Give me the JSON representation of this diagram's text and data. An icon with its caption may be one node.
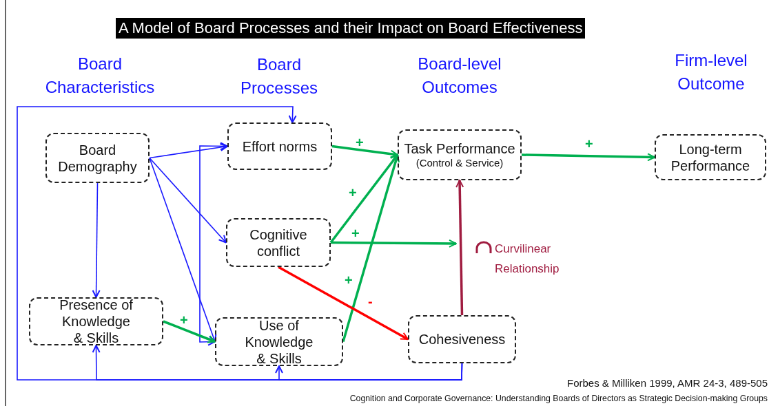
{
  "diagram": {
    "title": "A Model of Board Processes and their Impact on Board Effectiveness",
    "nodes": [
      {
        "text": [
          "Board Demography"
        ]
      },
      {
        "text": [
          "Presence of Knowledge & Skills"
        ]
      },
      {
        "text": [
          "Effort norms"
        ]
      },
      {
        "text": [
          "Cognitive conflict"
        ]
      },
      {
        "text": [
          "Use of Knowledge & Skills"
        ]
      },
      {
        "text": [
          "Task Performance",
          "(Control & Service)"
        ]
      },
      {
        "text": [
          "Cohesiveness"
        ]
      },
      {
        "text": [
          "Long-term Performance"
        ]
      }
    ],
    "edges": [
      {
        "from": 0,
        "to": 2,
        "arrow": "to"
      },
      {
        "from": 0,
        "to": 3,
        "arrow": "to"
      },
      {
        "from": 0,
        "to": 4,
        "arrow": "to"
      },
      {
        "from": 0,
        "to": 1,
        "arrow": "to"
      },
      {
        "from": 2,
        "to": 4,
        "arrow": "both"
      },
      {
        "from": 6,
        "to": 2,
        "arrow": "to"
      },
      {
        "from": 6,
        "to": 1,
        "arrow": "to"
      },
      {
        "from": 6,
        "to": 4,
        "arrow": "to"
      },
      {
        "from": 1,
        "to": 4,
        "arrow": "to",
        "label": "+",
        "style": "thick",
        "color": "#00b050"
      },
      {
        "from": 2,
        "to": 5,
        "arrow": "to",
        "label": "+",
        "style": "thick",
        "color": "#00b050"
      },
      {
        "from": 3,
        "to": 5,
        "arrow": "to",
        "label": "+",
        "style": "thick",
        "color": "#00b050"
      },
      {
        "from": 4,
        "to": 5,
        "arrow": "to",
        "label": "+",
        "style": "thick",
        "color": "#00b050"
      },
      {
        "from": 3,
        "to": null,
        "arrow": "to",
        "label": "+",
        "style": "thick",
        "color": "#00b050"
      },
      {
        "from": 3,
        "to": 6,
        "arrow": "to",
        "label": "-",
        "style": "thick",
        "color": "#ff0000"
      },
      {
        "from": 6,
        "to": 5,
        "arrow": "to",
        "label": "Curvilinear Relationship",
        "style": "thick",
        "color": "#a01c40"
      },
      {
        "from": 5,
        "to": 7,
        "arrow": "to",
        "label": "+",
        "style": "thick",
        "color": "#00b050"
      }
    ],
    "labels": [
      "Board Characteristics",
      "Board Processes",
      "Board-level Outcomes",
      "Firm-level Outcome",
      "Forbes & Milliken  1999, AMR 24-3, 489-505",
      "Cognition and Corporate Governance: Understanding Boards of Directors as Strategic Decision-making Groups"
    ]
  }
}
